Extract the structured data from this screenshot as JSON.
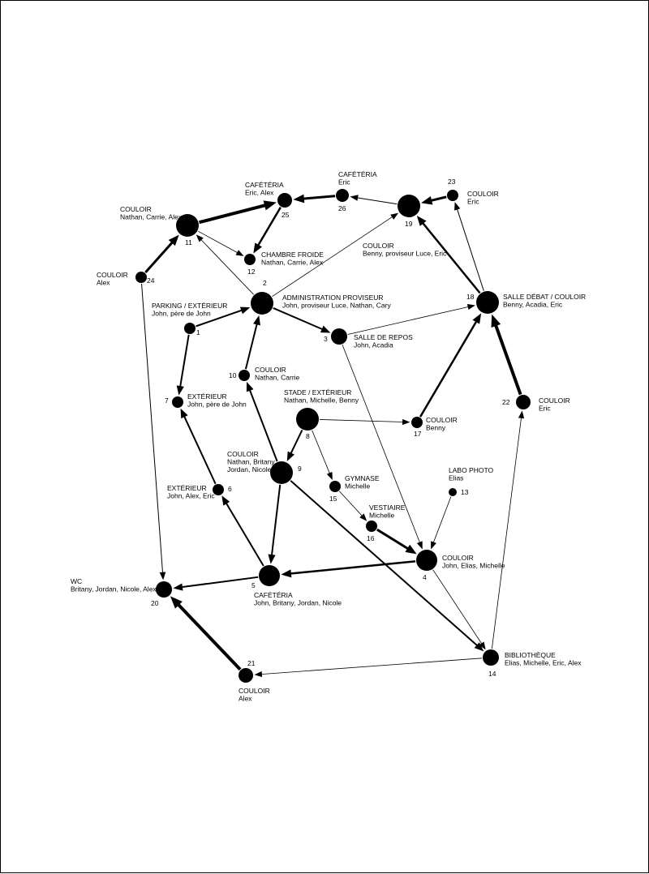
{
  "colors": {
    "ink": "#000000",
    "background": "#ffffff"
  },
  "nodes": [
    {
      "id": "1",
      "title": "PARKING / EXTÉRIEUR",
      "people": "John, père de John"
    },
    {
      "id": "2",
      "title": "ADMINISTRATION PROVISEUR",
      "people": "John, proviseur Luce, Nathan, Cary"
    },
    {
      "id": "3",
      "title": "SALLE DE REPOS",
      "people": "John, Acadia"
    },
    {
      "id": "4",
      "title": "COULOIR",
      "people": "John, Elias, Michelle"
    },
    {
      "id": "5",
      "title": "CAFÉTÉRIA",
      "people": "John, Britany, Jordan, Nicole"
    },
    {
      "id": "6",
      "title": "EXTÉRIEUR",
      "people": "John, Alex, Eric"
    },
    {
      "id": "7",
      "title": "EXTÉRIEUR",
      "people": "John, père de John"
    },
    {
      "id": "8",
      "title": "STADE / EXTÉRIEUR",
      "people": "Nathan, Michelle, Benny"
    },
    {
      "id": "9",
      "title": "COULOIR",
      "people": [
        "Nathan, Britany,",
        "Jordan, Nicole"
      ]
    },
    {
      "id": "10",
      "title": "COULOIR",
      "people": "Nathan, Carrie"
    },
    {
      "id": "11",
      "title": "COULOIR",
      "people": "Nathan, Carrie, Alex"
    },
    {
      "id": "12",
      "title": "CHAMBRE FROIDE",
      "people": "Nathan, Carrie, Alex"
    },
    {
      "id": "13",
      "title": "LABO PHOTO",
      "people": "Elias"
    },
    {
      "id": "14",
      "title": "BIBLIOTHÈQUE",
      "people": "Elias, Michelle, Eric, Alex"
    },
    {
      "id": "15",
      "title": "GYMNASE",
      "people": "Michelle"
    },
    {
      "id": "16",
      "title": "VESTIAIRE",
      "people": "Michelle"
    },
    {
      "id": "17",
      "title": "COULOIR",
      "people": "Benny"
    },
    {
      "id": "18",
      "title": "SALLE DÉBAT / COULOIR",
      "people": "Benny, Acadia, Eric"
    },
    {
      "id": "19",
      "title": "COULOIR",
      "people": "Benny, proviseur Luce, Eric"
    },
    {
      "id": "20",
      "title": "WC",
      "people": "Britany, Jordan, Nicole, Alex"
    },
    {
      "id": "21",
      "title": "COULOIR",
      "people": "Alex"
    },
    {
      "id": "22",
      "title": "COULOIR",
      "people": "Eric"
    },
    {
      "id": "23",
      "title": "COULOIR",
      "people": "Eric"
    },
    {
      "id": "24",
      "title": "COULOIR",
      "people": "Alex"
    },
    {
      "id": "25",
      "title": "CAFÉTÉRIA",
      "people": "Eric, Alex"
    },
    {
      "id": "26",
      "title": "CAFÉTÉRIA",
      "people": "Eric"
    }
  ],
  "edges": [
    {
      "from": "24",
      "to": "11",
      "weight": 3
    },
    {
      "from": "11",
      "to": "25",
      "weight": 4
    },
    {
      "from": "25",
      "to": "12",
      "weight": 2.5
    },
    {
      "from": "26",
      "to": "25",
      "weight": 3
    },
    {
      "from": "19",
      "to": "26",
      "weight": 1
    },
    {
      "from": "23",
      "to": "19",
      "weight": 3
    },
    {
      "from": "18",
      "to": "23",
      "weight": 1
    },
    {
      "from": "18",
      "to": "19",
      "weight": 2.5
    },
    {
      "from": "2",
      "to": "19",
      "weight": 0.8
    },
    {
      "from": "2",
      "to": "11",
      "weight": 0.8
    },
    {
      "from": "11",
      "to": "12",
      "weight": 0.8
    },
    {
      "from": "1",
      "to": "2",
      "weight": 2
    },
    {
      "from": "2",
      "to": "3",
      "weight": 2
    },
    {
      "from": "3",
      "to": "18",
      "weight": 0.8
    },
    {
      "from": "3",
      "to": "4",
      "weight": 0.8
    },
    {
      "from": "1",
      "to": "7",
      "weight": 2
    },
    {
      "from": "10",
      "to": "2",
      "weight": 2
    },
    {
      "from": "9",
      "to": "10",
      "weight": 2
    },
    {
      "from": "8",
      "to": "9",
      "weight": 2
    },
    {
      "from": "8",
      "to": "17",
      "weight": 0.8
    },
    {
      "from": "8",
      "to": "15",
      "weight": 0.8
    },
    {
      "from": "17",
      "to": "18",
      "weight": 2.5
    },
    {
      "from": "22",
      "to": "18",
      "weight": 4
    },
    {
      "from": "14",
      "to": "22",
      "weight": 0.8
    },
    {
      "from": "15",
      "to": "16",
      "weight": 0.8
    },
    {
      "from": "16",
      "to": "4",
      "weight": 3
    },
    {
      "from": "13",
      "to": "4",
      "weight": 0.8
    },
    {
      "from": "4",
      "to": "5",
      "weight": 2.5
    },
    {
      "from": "4",
      "to": "14",
      "weight": 0.8
    },
    {
      "from": "9",
      "to": "14",
      "weight": 2
    },
    {
      "from": "9",
      "to": "5",
      "weight": 2
    },
    {
      "from": "5",
      "to": "6",
      "weight": 2
    },
    {
      "from": "6",
      "to": "7",
      "weight": 2
    },
    {
      "from": "5",
      "to": "20",
      "weight": 2
    },
    {
      "from": "14",
      "to": "21",
      "weight": 0.8
    },
    {
      "from": "21",
      "to": "20",
      "weight": 4
    },
    {
      "from": "24",
      "to": "20",
      "weight": 1
    }
  ]
}
